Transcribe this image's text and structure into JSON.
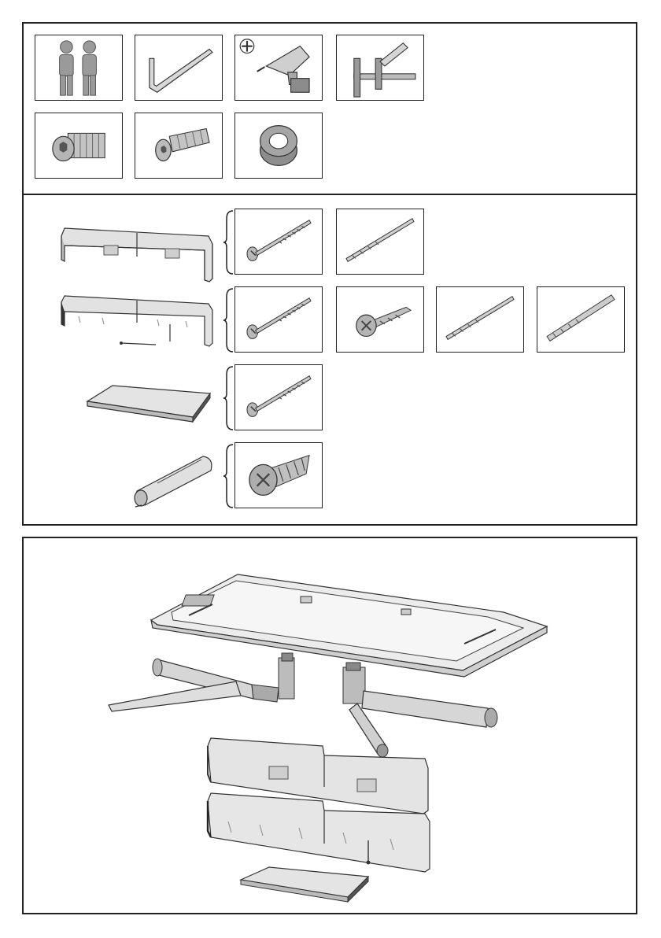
{
  "document": {
    "type": "assembly-instructions",
    "sections": [
      {
        "id": "tools-and-hardware",
        "tools": [
          "two-persons-icon",
          "allen-key-icon",
          "phillips-drill-icon",
          "bar-clamp-icon"
        ],
        "hardware": [
          "button-head-hex-bolt-icon",
          "countersunk-hex-bolt-icon",
          "ring-spacer-icon"
        ]
      },
      {
        "id": "fixings-per-component",
        "groups": [
          {
            "component": "shelf-unit-plain-icon",
            "fixings": [
              "long-wood-screw-icon",
              "drill-bit-icon"
            ]
          },
          {
            "component": "shelf-unit-lit-icon",
            "fixings": [
              "long-wood-screw-icon",
              "short-pan-screw-icon",
              "drill-bit-icon",
              "drill-bit-wide-icon"
            ]
          },
          {
            "component": "tray-icon",
            "fixings": [
              "long-wood-screw-icon"
            ]
          },
          {
            "component": "tube-cover-icon",
            "fixings": [
              "large-pan-screw-icon"
            ]
          }
        ]
      },
      {
        "id": "exploded-assembly",
        "parts": [
          "tabletop-frame",
          "left-leg-assembly",
          "right-leg-assembly",
          "upper-shelf-unit",
          "lower-lit-shelf-unit",
          "bottom-tray"
        ]
      }
    ],
    "colors": {
      "line": "#222222",
      "part-fill": "#c8c8c8",
      "part-light": "#e6e6e6",
      "part-dark": "#8a8a8a"
    }
  }
}
